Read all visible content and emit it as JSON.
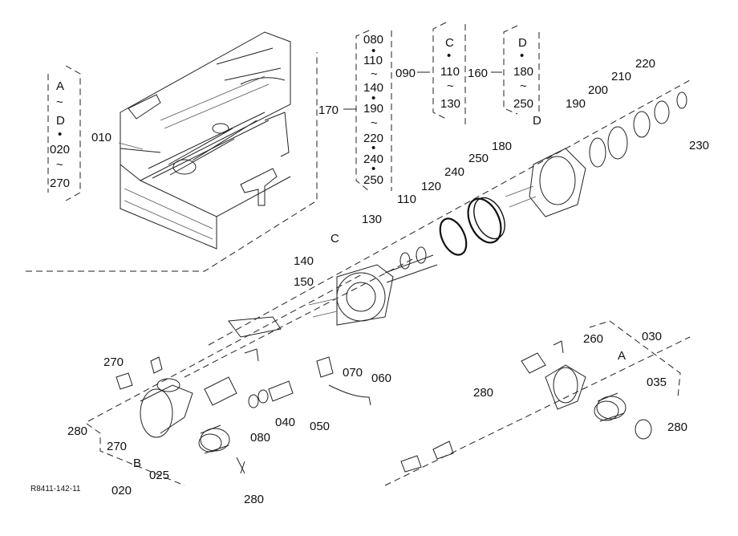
{
  "labels": {
    "l010": "010",
    "l020": "020",
    "l025": "025",
    "l030": "030",
    "l035": "035",
    "l040": "040",
    "l050": "050",
    "l060": "060",
    "l070": "070",
    "l080": "080",
    "l090": "090",
    "l110": "110",
    "l120": "120",
    "l130": "130",
    "l140": "140",
    "l150": "150",
    "l160": "160",
    "l170": "170",
    "l180": "180",
    "l190": "190",
    "l200": "200",
    "l210": "210",
    "l220": "220",
    "l230": "230",
    "l240": "240",
    "l250": "250",
    "l260": "260",
    "l270a": "270",
    "l270b": "270",
    "l280a": "280",
    "l280b": "280",
    "l280c": "280",
    "l280d": "280",
    "callout_c": "C",
    "callout_d": "D",
    "ref_code": "R8411-142-11"
  },
  "group_a": {
    "top": "A",
    "tilde1": "~",
    "mid": "D",
    "dot": "•",
    "start": "020",
    "tilde2": "~",
    "end": "270"
  },
  "group_170": [
    "080",
    "•",
    "110",
    "~",
    "140",
    "•",
    "190",
    "~",
    "220",
    "•",
    "240",
    "•",
    "250"
  ],
  "group_c": {
    "letter": "C",
    "dot": "•",
    "start": "110",
    "tilde": "~",
    "end": "130"
  },
  "group_d": {
    "letter": "D",
    "dot": "•",
    "start": "180",
    "tilde": "~",
    "end": "250"
  },
  "bracket_a": "A",
  "bracket_b": "B"
}
